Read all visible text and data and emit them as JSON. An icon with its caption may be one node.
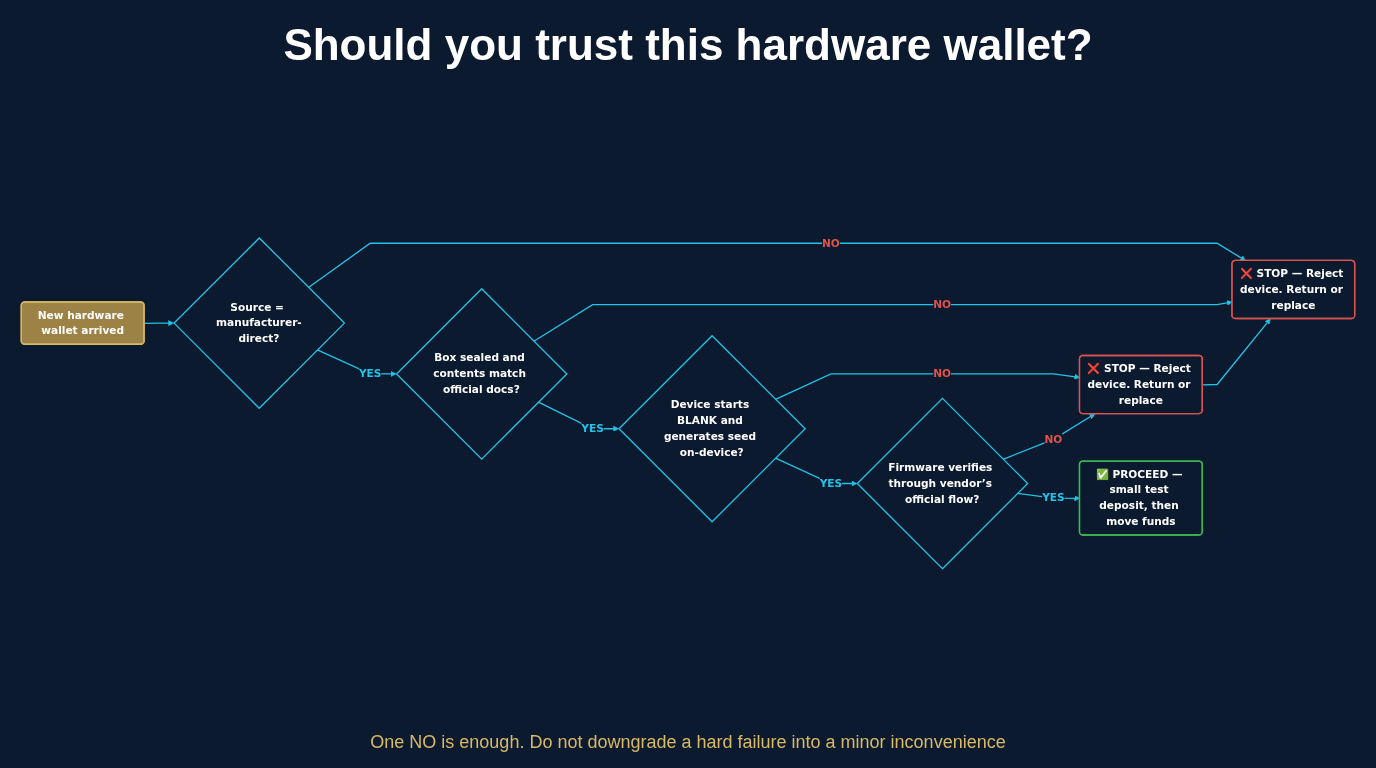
{
  "diagram": {
    "title": "Should you trust this hardware wallet?",
    "caption": "One NO is enough. Do not downgrade a hard failure into a minor inconvenience",
    "nodes": [
      {
        "text": [
          "New hardware wallet arrived"
        ]
      },
      {
        "text": [
          "Source = manufacturer-direct?"
        ]
      },
      {
        "text": [
          "❌ STOP — Reject device. Return or replace"
        ]
      },
      {
        "text": [
          "Box sealed and contents match official docs?"
        ]
      },
      {
        "text": [
          "Device starts BLANK and generates seed on-device?"
        ]
      },
      {
        "text": [
          "❌ STOP — Reject device. Return or replace"
        ]
      },
      {
        "text": [
          "Firmware verifies through vendor’s official flow?"
        ]
      },
      {
        "text": [
          "✅ PROCEED — small test deposit, then move funds"
        ]
      }
    ],
    "edges": [
      {
        "from": 0,
        "to": 1,
        "arrow": "to"
      },
      {
        "from": 1,
        "to": 2,
        "arrow": "to",
        "label": "NO"
      },
      {
        "from": 1,
        "to": 3,
        "arrow": "to",
        "label": "YES"
      },
      {
        "from": 3,
        "to": 2,
        "arrow": "to",
        "label": "NO"
      },
      {
        "from": 3,
        "to": 4,
        "arrow": "to",
        "label": "YES"
      },
      {
        "from": 4,
        "to": 5,
        "arrow": "to",
        "label": "NO"
      },
      {
        "from": 5,
        "to": 2,
        "arrow": "to"
      },
      {
        "from": 4,
        "to": 6,
        "arrow": "to",
        "label": "YES"
      },
      {
        "from": 6,
        "to": 5,
        "arrow": "to",
        "label": "NO"
      },
      {
        "from": 6,
        "to": 7,
        "arrow": "to",
        "label": "YES"
      }
    ]
  }
}
